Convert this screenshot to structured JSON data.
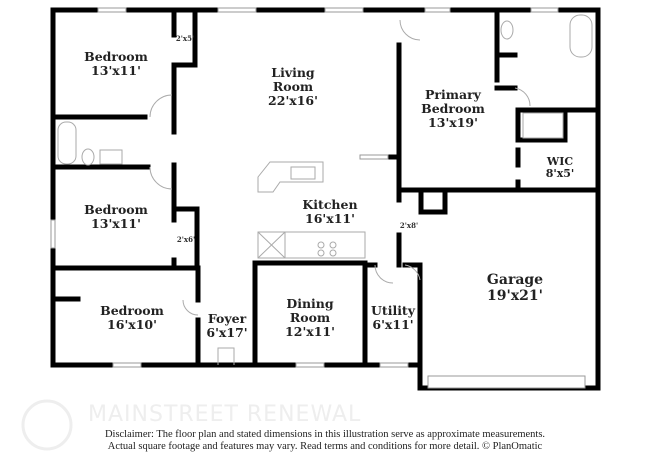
{
  "rooms": [
    {
      "name": "Bedroom",
      "size": "13'x11'"
    },
    {
      "name": "Living Room",
      "size": "22'x16'"
    },
    {
      "name": "Primary Bedroom",
      "size": "13'x19'"
    },
    {
      "name": "Bedroom",
      "size": "13'x11'"
    },
    {
      "name": "Kitchen",
      "size": "16'x11'"
    },
    {
      "name": "WIC",
      "size": "8'x5'"
    },
    {
      "name": "Bedroom",
      "size": "16'x10'"
    },
    {
      "name": "Foyer",
      "size": "6'x17'"
    },
    {
      "name": "Dining Room",
      "size": "12'x11'"
    },
    {
      "name": "Utility",
      "size": "6'x11'"
    },
    {
      "name": "Garage",
      "size": "19'x21'"
    }
  ],
  "closets": [
    "2'x5'",
    "2'x6'",
    "2'x8'"
  ],
  "watermark": "MAINSTREET RENEWAL",
  "disclaimer": {
    "line1": "Disclaimer: The floor plan and stated dimensions in this illustration serve as approximate measurements.",
    "line2": "Actual square footage and features may vary. Read terms and conditions for more detail. © PlanOmatic"
  },
  "colors": {
    "wall": "#000000",
    "fixture": "#aaaaaa"
  }
}
